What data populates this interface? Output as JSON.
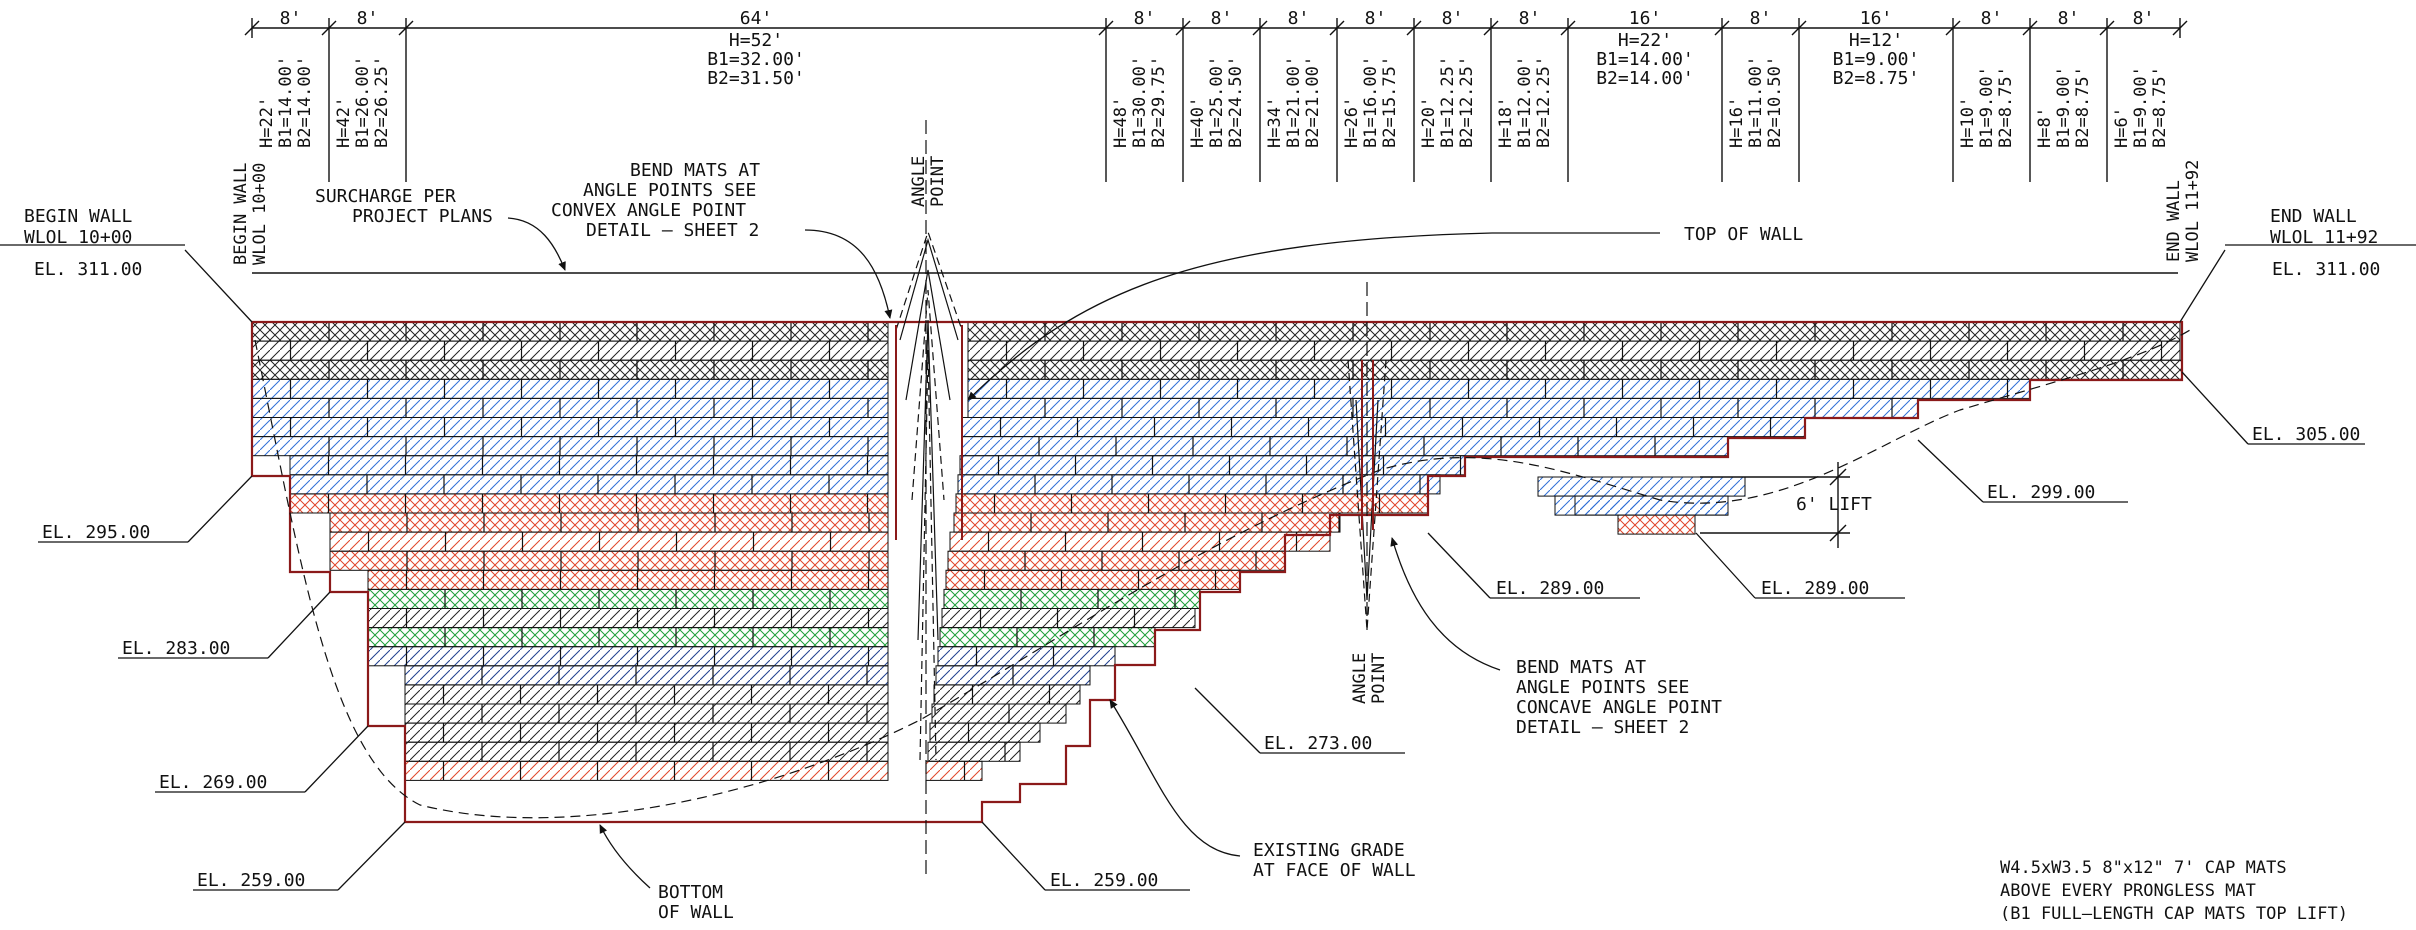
{
  "segments": [
    {
      "len": "8'",
      "h": "H=22'",
      "b1": "B1=14.00'",
      "b2": "B2=14.00'"
    },
    {
      "len": "8'",
      "h": "H=42'",
      "b1": "B1=26.00'",
      "b2": "B2=26.25'"
    },
    {
      "len": "64'",
      "h": "H=52'",
      "b1": "B1=32.00'",
      "b2": "B2=31.50'"
    },
    {
      "len": "8'",
      "h": "H=48'",
      "b1": "B1=30.00'",
      "b2": "B2=29.75'"
    },
    {
      "len": "8'",
      "h": "H=40'",
      "b1": "B1=25.00'",
      "b2": "B2=24.50'"
    },
    {
      "len": "8'",
      "h": "H=34'",
      "b1": "B1=21.00'",
      "b2": "B2=21.00'"
    },
    {
      "len": "8'",
      "h": "H=26'",
      "b1": "B1=16.00'",
      "b2": "B2=15.75'"
    },
    {
      "len": "8'",
      "h": "H=20'",
      "b1": "B1=12.25'",
      "b2": "B2=12.25'"
    },
    {
      "len": "8'",
      "h": "H=18'",
      "b1": "B1=12.00'",
      "b2": "B2=12.25'"
    },
    {
      "len": "16'",
      "h": "H=22'",
      "b1": "B1=14.00'",
      "b2": "B2=14.00'"
    },
    {
      "len": "8'",
      "h": "H=16'",
      "b1": "B1=11.00'",
      "b2": "B2=10.50'"
    },
    {
      "len": "16'",
      "h": "H=12'",
      "b1": "B1=9.00'",
      "b2": "B2=8.75'"
    },
    {
      "len": "8'",
      "h": "H=10'",
      "b1": "B1=9.00'",
      "b2": "B2=8.75'"
    },
    {
      "len": "8'",
      "h": "H=8'",
      "b1": "B1=9.00'",
      "b2": "B2=8.75'"
    },
    {
      "len": "8'",
      "h": "H=6'",
      "b1": "B1=9.00'",
      "b2": "B2=8.75'"
    }
  ],
  "labels": {
    "begin_wall_vert_1": "BEGIN WALL",
    "begin_wall_vert_2": "WLOL 10+00",
    "begin_wall_1": "BEGIN WALL",
    "begin_wall_2": "WLOL 10+00",
    "end_wall_vert_1": "END WALL",
    "end_wall_vert_2": "WLOL 11+92",
    "end_wall_1": "END WALL",
    "end_wall_2": "WLOL 11+92",
    "angle_point_top_1": "ANGLE",
    "angle_point_top_2": "POINT",
    "angle_point_bottom_1": "ANGLE",
    "angle_point_bottom_2": "POINT",
    "surcharge_1": "SURCHARGE PER",
    "surcharge_2": "PROJECT PLANS",
    "bend_convex_1": "BEND MATS AT",
    "bend_convex_2": "ANGLE POINTS SEE",
    "bend_convex_3": "CONVEX ANGLE POINT",
    "bend_convex_4": "DETAIL – SHEET 2",
    "top_of_wall": "TOP OF WALL",
    "bend_concave_1": "BEND MATS AT",
    "bend_concave_2": "ANGLE POINTS SEE",
    "bend_concave_3": "CONCAVE ANGLE POINT",
    "bend_concave_4": "DETAIL – SHEET 2",
    "existing_grade_1": "EXISTING GRADE",
    "existing_grade_2": "AT FACE OF WALL",
    "bottom_of_wall_1": "BOTTOM",
    "bottom_of_wall_2": "OF WALL",
    "lift": "6' LIFT",
    "note_1": "W4.5xW3.5 8\"x12\" 7' CAP MATS",
    "note_2": "ABOVE EVERY PRONGLESS MAT",
    "note_3": "(B1 FULL–LENGTH CAP MATS TOP LIFT)"
  },
  "elevations": {
    "el_311_left": "EL. 311.00",
    "el_311_right": "EL. 311.00",
    "el_305": "EL. 305.00",
    "el_299": "EL. 299.00",
    "el_295": "EL. 295.00",
    "el_289_a": "EL. 289.00",
    "el_289_b": "EL. 289.00",
    "el_283": "EL. 283.00",
    "el_273": "EL. 273.00",
    "el_269": "EL. 269.00",
    "el_259_left": "EL. 259.00",
    "el_259_right": "EL. 259.00"
  },
  "colors": {
    "line": "#111111",
    "outline": "#8b1a1a",
    "hatch_black": "#222222",
    "hatch_blue": "#2f6fd6",
    "hatch_red": "#e0452a",
    "hatch_green": "#1f9e3a",
    "hatch_navy": "#1f3f8f"
  }
}
